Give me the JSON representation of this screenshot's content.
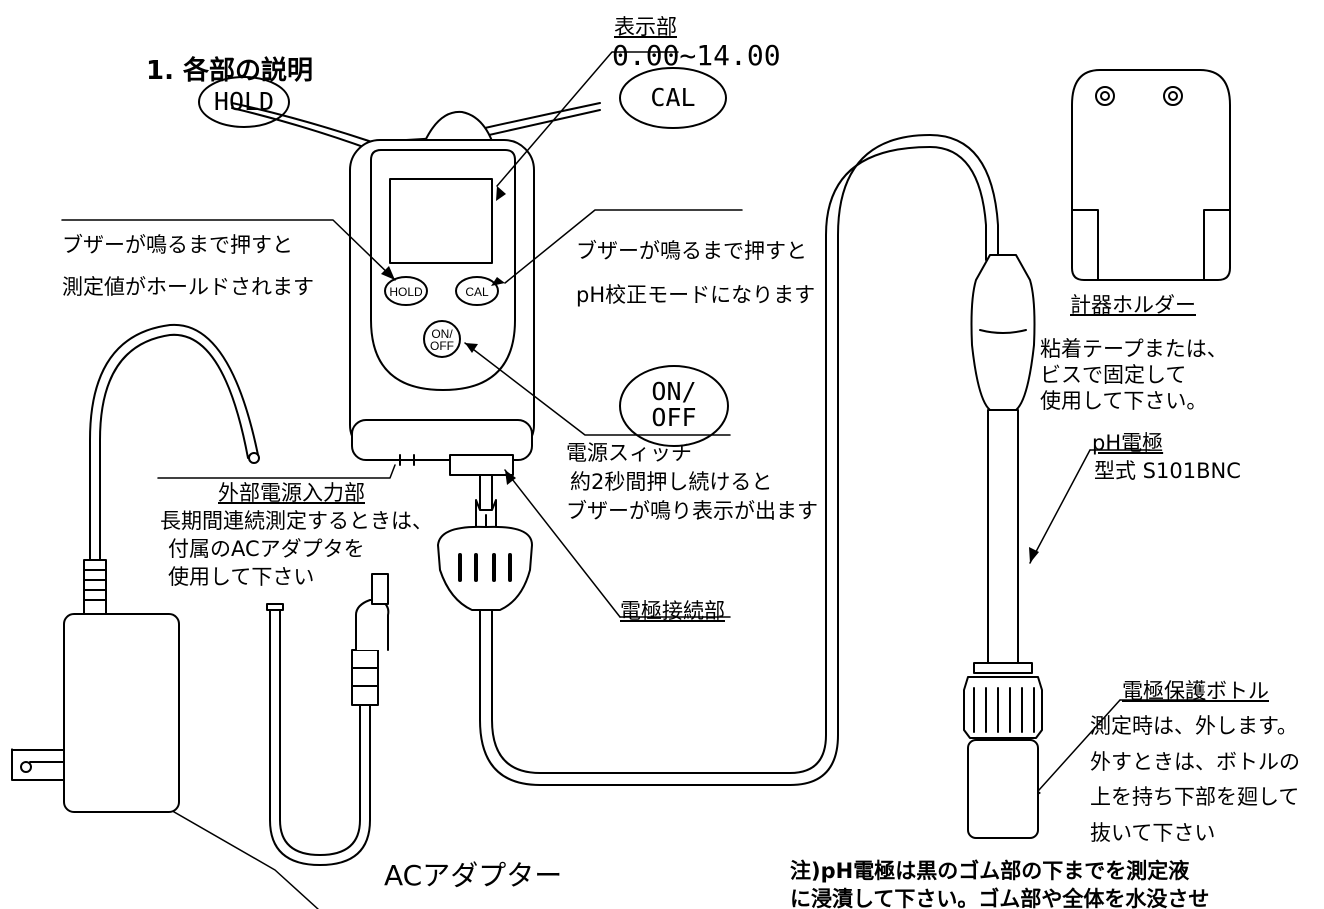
{
  "title": "1. 各部の説明",
  "display": {
    "label": "表示部",
    "range": "0.00~14.00"
  },
  "hold": {
    "big_label": "HOLD",
    "small_label": "HOLD",
    "desc1": "ブザーが鳴るまで押すと",
    "desc2": "測定値がホールドされます"
  },
  "cal": {
    "big_label": "CAL",
    "small_label": "CAL",
    "desc1": "ブザーが鳴るまで押すと",
    "desc2": "pH校正モードになります"
  },
  "power": {
    "big_label_1": "ON/",
    "big_label_2": "OFF",
    "small_label_1": "ON/",
    "small_label_2": "OFF",
    "desc1": "電源スィッチ",
    "desc2": "約2秒間押し続けると",
    "desc3": "ブザーが鳴り表示が出ます"
  },
  "holder": {
    "label": "計器ホルダー",
    "desc1": "粘着テープまたは、",
    "desc2": "ビスで固定して",
    "desc3": "使用して下さい。"
  },
  "electrode": {
    "label": "pH電極",
    "model": "型式 S101BNC"
  },
  "external_power": {
    "label": "外部電源入力部",
    "desc1": "長期間連続測定するときは、",
    "desc2": "付属のACアダプタを",
    "desc3": "使用して下さい"
  },
  "connector": {
    "label": "電極接続部"
  },
  "bottle": {
    "label": "電極保護ボトル",
    "desc1": "測定時は、外します。",
    "desc2": "外すときは、ボトルの",
    "desc3": "上を持ち下部を廻して",
    "desc4": "抜いて下さい"
  },
  "adapter": {
    "label": "ACアダプター"
  },
  "note": {
    "line1": "注)pH電極は黒のゴム部の下までを測定液",
    "line2": "に浸漬して下さい。ゴム部や全体を水没させ"
  }
}
